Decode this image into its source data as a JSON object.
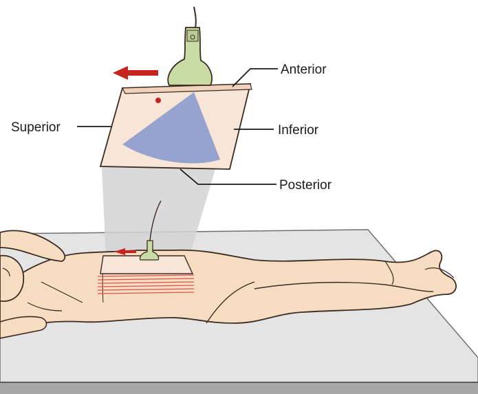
{
  "labels": {
    "anterior": "Anterior",
    "superior": "Superior",
    "inferior": "Inferior",
    "posterior": "Posterior"
  },
  "colors": {
    "skin": "#f6dcc0",
    "outline": "#3b2a20",
    "table_top": "#e6e6e6",
    "table_edge": "#9a9a9a",
    "ultrasound_fan": "#97a3cf",
    "image_plane": "#f7e6d8",
    "arrow": "#c8241f",
    "scan_lines": "#d9534f",
    "transducer": "#c9dca6"
  },
  "icons": {
    "transducer": "ultrasound-probe-icon",
    "direction": "arrow-left-icon"
  }
}
